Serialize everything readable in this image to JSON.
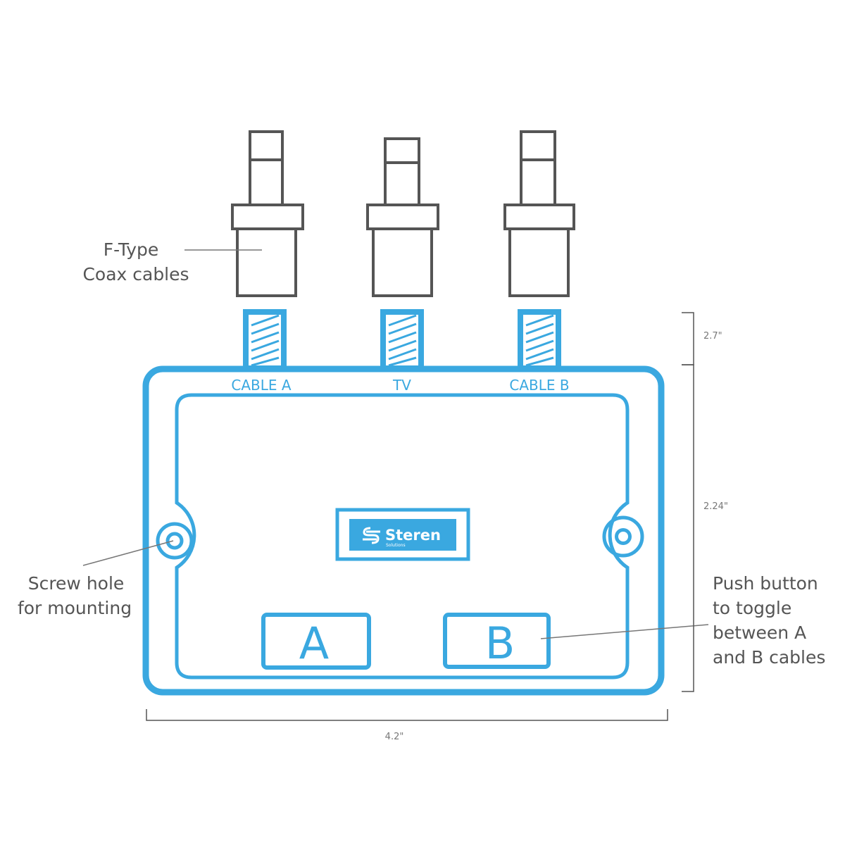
{
  "callouts": {
    "cables_line1": "F-Type",
    "cables_line2": "Coax cables",
    "screw_line1": "Screw hole",
    "screw_line2": "for mounting",
    "push_line1": "Push button",
    "push_line2": "to toggle",
    "push_line3": "between A",
    "push_line4": "and B cables"
  },
  "ports": {
    "left": "CABLE A",
    "center": "TV",
    "right": "CABLE B"
  },
  "buttons": {
    "a": "A",
    "b": "B"
  },
  "logo": {
    "brand": "Steren",
    "tagline": "Solutions"
  },
  "dimensions": {
    "connector_height": "2.7\"",
    "box_height": "2.24\"",
    "box_width": "4.2\""
  },
  "colors": {
    "accent": "#3aa8e0",
    "outline": "#555555",
    "text": "#555555"
  }
}
